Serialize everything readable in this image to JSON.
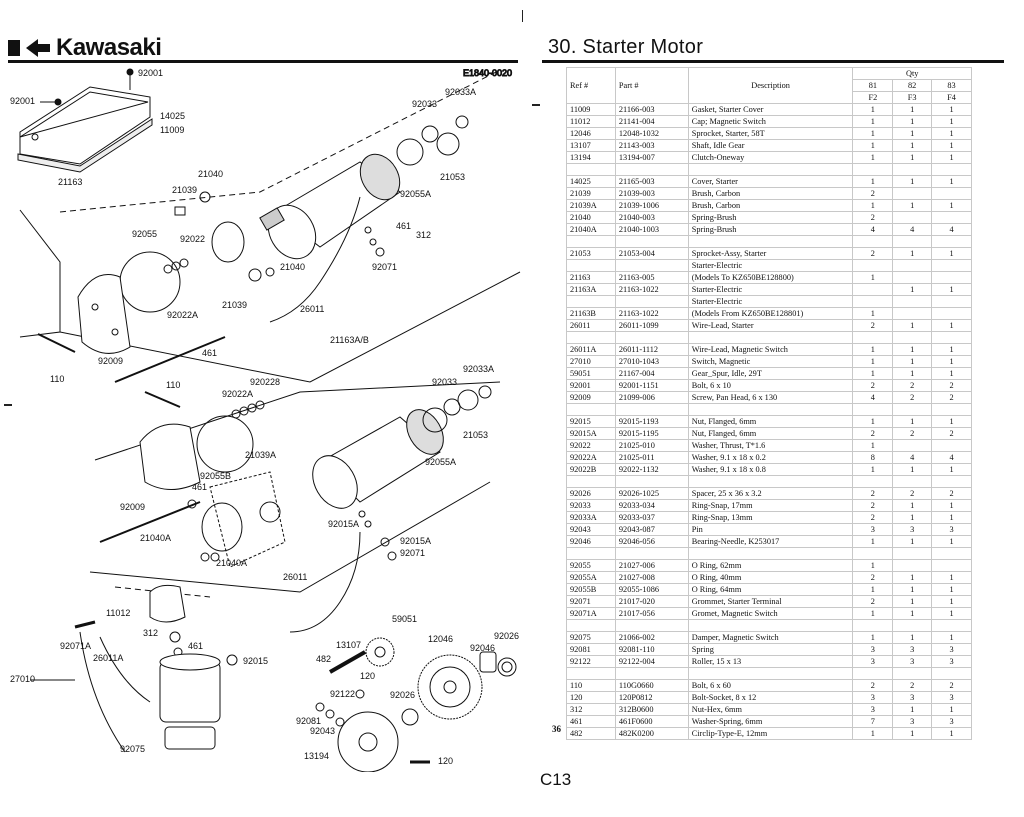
{
  "header": {
    "brand": "Kawasaki",
    "title": "30.  Starter Motor",
    "diagram_code": "E1840-0020"
  },
  "footer": {
    "page_code": "C13",
    "page_number": "36"
  },
  "diagram_labels": {
    "l92001a": "92001",
    "l92001b": "92001",
    "l14025": "14025",
    "l11009": "11009",
    "l21163": "21163",
    "l21040a": "21040",
    "l21039a": "21039",
    "l92055": "92055",
    "l92022": "92022",
    "l92022A": "92022A",
    "l21039b": "21039",
    "l21040b": "21040",
    "l26011a": "26011",
    "l92033": "92033",
    "l92033A": "92033A",
    "l21053": "21053",
    "l92055A": "92055A",
    "l461a": "461",
    "l312": "312",
    "l92071": "92071",
    "l92009": "92009",
    "l461b": "461",
    "l110a": "110",
    "l21163AB": "21163A/B",
    "l110b": "110",
    "l92022A2": "92022A",
    "l92022B": "920228",
    "l92033b": "92033",
    "l92033A2": "92033A",
    "l21053b": "21053",
    "l92055A2": "92055A",
    "l92055B": "92055B",
    "l461c": "461",
    "l21039A": "21039A",
    "l92009b": "92009",
    "l21040A": "21040A",
    "l21040A2": "21040A",
    "l92015A": "92015A",
    "l92015A2": "92015A",
    "l92071b": "92071",
    "l26011b": "26011",
    "l11012": "11012",
    "l312b": "312",
    "l461d": "461",
    "l92071A": "92071A",
    "l26011A": "26011A",
    "l92015": "92015",
    "l27010": "27010",
    "l92075": "92075",
    "l59051": "59051",
    "l13107": "13107",
    "l482": "482",
    "l120a": "120",
    "l92122": "92122",
    "l12046": "12046",
    "l92046": "92046",
    "l92026a": "92026",
    "l92026b": "92026",
    "l92081": "92081",
    "l92043": "92043",
    "l13194": "13194",
    "l120b": "120"
  },
  "table": {
    "qty_header": "Qty",
    "columns": [
      "Ref #",
      "Part #",
      "Description"
    ],
    "models": [
      "81",
      "82",
      "83"
    ],
    "variants": [
      "F2",
      "F3",
      "F4"
    ],
    "rows": [
      [
        "11009",
        "21166-003",
        "Gasket, Starter Cover",
        "1",
        "1",
        "1"
      ],
      [
        "11012",
        "21141-004",
        "Cap; Magnetic Switch",
        "1",
        "1",
        "1"
      ],
      [
        "12046",
        "12048-1032",
        "Sprocket, Starter, 58T",
        "1",
        "1",
        "1"
      ],
      [
        "13107",
        "21143-003",
        "Shaft, Idle Gear",
        "1",
        "1",
        "1"
      ],
      [
        "13194",
        "13194-007",
        "Clutch-Oneway",
        "1",
        "1",
        "1"
      ],
      [
        "",
        "",
        "",
        "",
        "",
        ""
      ],
      [
        "14025",
        "21165-003",
        "Cover, Starter",
        "1",
        "1",
        "1"
      ],
      [
        "21039",
        "21039-003",
        "Brush, Carbon",
        "2",
        "",
        ""
      ],
      [
        "21039A",
        "21039-1006",
        "Brush, Carbon",
        "1",
        "1",
        "1"
      ],
      [
        "21040",
        "21040-003",
        "Spring-Brush",
        "2",
        "",
        ""
      ],
      [
        "21040A",
        "21040-1003",
        "Spring-Brush",
        "4",
        "4",
        "4"
      ],
      [
        "",
        "",
        "",
        "",
        "",
        ""
      ],
      [
        "21053",
        "21053-004",
        "Sprocket-Assy, Starter",
        "2",
        "1",
        "1"
      ],
      [
        "",
        "",
        "Starter-Electric",
        "",
        "",
        ""
      ],
      [
        "21163",
        "21163-005",
        "(Models To KZ650BE128800)",
        "1",
        "",
        ""
      ],
      [
        "21163A",
        "21163-1022",
        "Starter-Electric",
        "",
        "1",
        "1"
      ],
      [
        "",
        "",
        "Starter-Electric",
        "",
        "",
        ""
      ],
      [
        "21163B",
        "21163-1022",
        "(Models From KZ650BE128801)",
        "1",
        "",
        ""
      ],
      [
        "26011",
        "26011-1099",
        "Wire-Lead, Starter",
        "2",
        "1",
        "1"
      ],
      [
        "",
        "",
        "",
        "",
        "",
        ""
      ],
      [
        "26011A",
        "26011-1112",
        "Wire-Lead, Magnetic Switch",
        "1",
        "1",
        "1"
      ],
      [
        "27010",
        "27010-1043",
        "Switch, Magnetic",
        "1",
        "1",
        "1"
      ],
      [
        "59051",
        "21167-004",
        "Gear_Spur, Idle, 29T",
        "1",
        "1",
        "1"
      ],
      [
        "92001",
        "92001-1151",
        "Bolt, 6 x 10",
        "2",
        "2",
        "2"
      ],
      [
        "92009",
        "21099-006",
        "Screw, Pan Head, 6 x 130",
        "4",
        "2",
        "2"
      ],
      [
        "",
        "",
        "",
        "",
        "",
        ""
      ],
      [
        "92015",
        "92015-1193",
        "Nut, Flanged, 6mm",
        "1",
        "1",
        "1"
      ],
      [
        "92015A",
        "92015-1195",
        "Nut, Flanged, 6mm",
        "2",
        "2",
        "2"
      ],
      [
        "92022",
        "21025-010",
        "Washer, Thrust, T*1.6",
        "1",
        "",
        ""
      ],
      [
        "92022A",
        "21025-011",
        "Washer, 9.1 x 18 x 0.2",
        "8",
        "4",
        "4"
      ],
      [
        "92022B",
        "92022-1132",
        "Washer, 9.1 x 18 x 0.8",
        "1",
        "1",
        "1"
      ],
      [
        "",
        "",
        "",
        "",
        "",
        ""
      ],
      [
        "92026",
        "92026-1025",
        "Spacer, 25 x 36 x 3.2",
        "2",
        "2",
        "2"
      ],
      [
        "92033",
        "92033-034",
        "Ring-Snap, 17mm",
        "2",
        "1",
        "1"
      ],
      [
        "92033A",
        "92033-037",
        "Ring-Snap, 13mm",
        "2",
        "1",
        "1"
      ],
      [
        "92043",
        "92043-087",
        "Pin",
        "3",
        "3",
        "3"
      ],
      [
        "92046",
        "92046-056",
        "Bearing-Needle, K253017",
        "1",
        "1",
        "1"
      ],
      [
        "",
        "",
        "",
        "",
        "",
        ""
      ],
      [
        "92055",
        "21027-006",
        "O Ring, 62mm",
        "1",
        "",
        ""
      ],
      [
        "92055A",
        "21027-008",
        "O Ring, 40mm",
        "2",
        "1",
        "1"
      ],
      [
        "92055B",
        "92055-1086",
        "O Ring, 64mm",
        "1",
        "1",
        "1"
      ],
      [
        "92071",
        "21017-020",
        "Grommet, Starter Terminal",
        "2",
        "1",
        "1"
      ],
      [
        "92071A",
        "21017-056",
        "Gromet, Magnetic Switch",
        "1",
        "1",
        "1"
      ],
      [
        "",
        "",
        "",
        "",
        "",
        ""
      ],
      [
        "92075",
        "21066-002",
        "Damper, Magnetic Switch",
        "1",
        "1",
        "1"
      ],
      [
        "92081",
        "92081-110",
        "Spring",
        "3",
        "3",
        "3"
      ],
      [
        "92122",
        "92122-004",
        "Roller, 15 x 13",
        "3",
        "3",
        "3"
      ],
      [
        "",
        "",
        "",
        "",
        "",
        ""
      ],
      [
        "110",
        "110G0660",
        "Bolt, 6 x 60",
        "2",
        "2",
        "2"
      ],
      [
        "120",
        "120P0812",
        "Bolt-Socket, 8 x 12",
        "3",
        "3",
        "3"
      ],
      [
        "312",
        "312B0600",
        "Nut-Hex, 6mm",
        "3",
        "1",
        "1"
      ],
      [
        "461",
        "461F0600",
        "Washer-Spring, 6mm",
        "7",
        "3",
        "3"
      ],
      [
        "482",
        "482K0200",
        "Circlip-Type-E, 12mm",
        "1",
        "1",
        "1"
      ]
    ]
  }
}
